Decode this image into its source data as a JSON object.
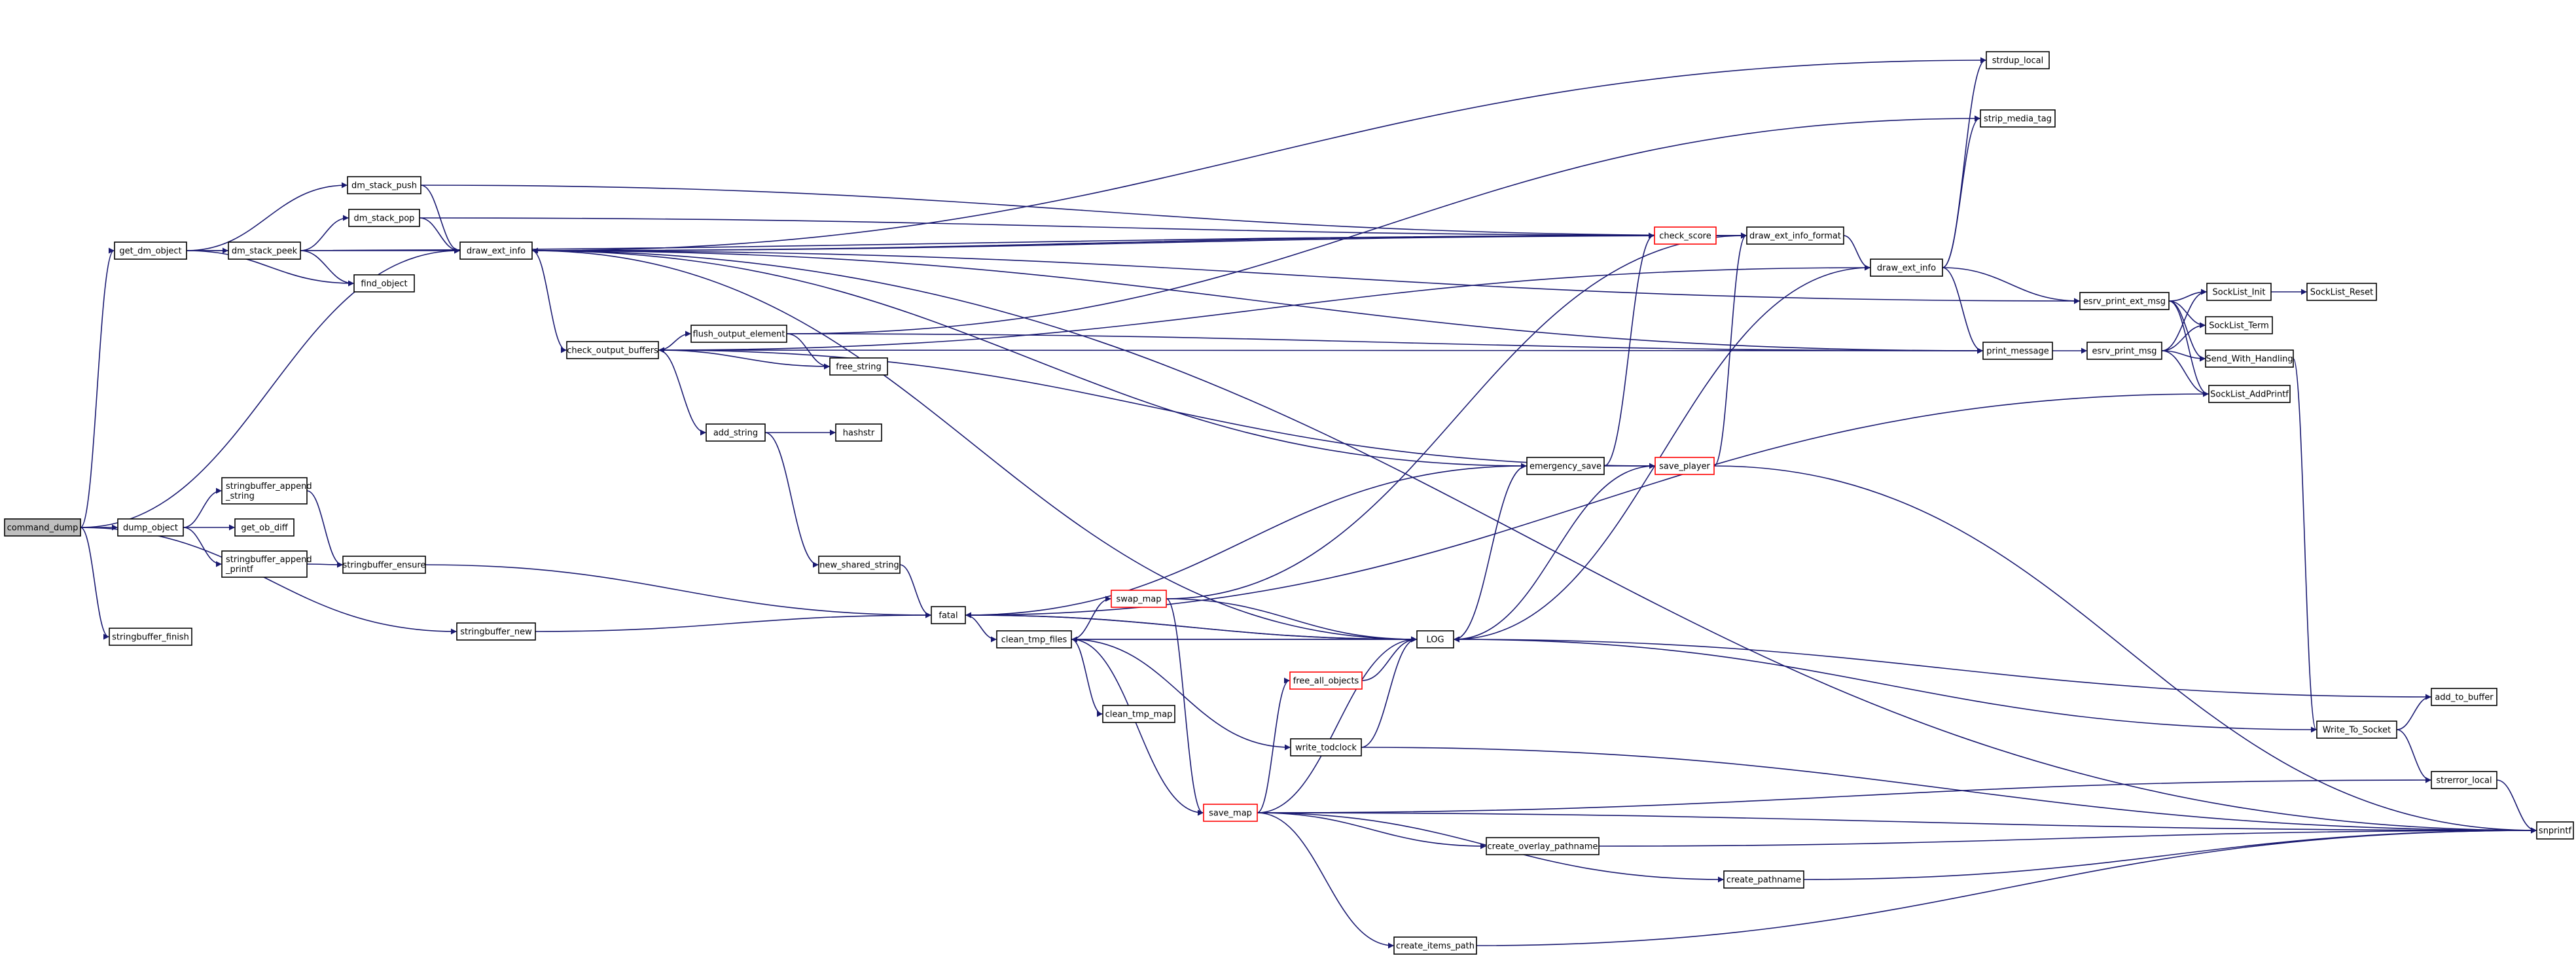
{
  "colors": {
    "edge": "#191970",
    "node_border": "#000000",
    "root_fill": "#bfbfbf",
    "truncated_border": "#ff0000"
  },
  "nodes": [
    {
      "id": "command_dump",
      "label": "command_dump"
    },
    {
      "id": "get_dm_object",
      "label": "get_dm_object"
    },
    {
      "id": "dm_stack_push",
      "label": "dm_stack_push"
    },
    {
      "id": "dm_stack_pop",
      "label": "dm_stack_pop"
    },
    {
      "id": "dm_stack_peek",
      "label": "dm_stack_peek"
    },
    {
      "id": "find_object",
      "label": "find_object"
    },
    {
      "id": "draw_ext_info",
      "label": "draw_ext_info"
    },
    {
      "id": "check_output_buffers",
      "label": "check_output_buffers"
    },
    {
      "id": "flush_output_element",
      "label": "flush_output_element"
    },
    {
      "id": "free_string",
      "label": "free_string"
    },
    {
      "id": "add_string",
      "label": "add_string"
    },
    {
      "id": "hashstr",
      "label": "hashstr"
    },
    {
      "id": "new_shared_string",
      "label": "new_shared_string"
    },
    {
      "id": "dump_object",
      "label": "dump_object"
    },
    {
      "id": "stringbuffer_append_string",
      "label": "stringbuffer_append\n_string"
    },
    {
      "id": "get_ob_diff",
      "label": "get_ob_diff"
    },
    {
      "id": "stringbuffer_append_printf",
      "label": "stringbuffer_append\n_printf"
    },
    {
      "id": "stringbuffer_ensure",
      "label": "stringbuffer_ensure"
    },
    {
      "id": "stringbuffer_finish",
      "label": "stringbuffer_finish"
    },
    {
      "id": "stringbuffer_new",
      "label": "stringbuffer_new"
    },
    {
      "id": "fatal",
      "label": "fatal"
    },
    {
      "id": "clean_tmp_files",
      "label": "clean_tmp_files"
    },
    {
      "id": "swap_map",
      "label": "swap_map"
    },
    {
      "id": "clean_tmp_map",
      "label": "clean_tmp_map"
    },
    {
      "id": "free_all_objects",
      "label": "free_all_objects"
    },
    {
      "id": "write_todclock",
      "label": "write_todclock"
    },
    {
      "id": "save_map",
      "label": "save_map"
    },
    {
      "id": "create_overlay_pathname",
      "label": "create_overlay_pathname"
    },
    {
      "id": "create_pathname",
      "label": "create_pathname"
    },
    {
      "id": "create_items_path",
      "label": "create_items_path"
    },
    {
      "id": "LOG",
      "label": "LOG"
    },
    {
      "id": "emergency_save",
      "label": "emergency_save"
    },
    {
      "id": "save_player",
      "label": "save_player"
    },
    {
      "id": "check_score",
      "label": "check_score"
    },
    {
      "id": "draw_ext_info_format",
      "label": "draw_ext_info_format"
    },
    {
      "id": "draw_ext_info2",
      "label": "draw_ext_info"
    },
    {
      "id": "strdup_local",
      "label": "strdup_local"
    },
    {
      "id": "strip_media_tag",
      "label": "strip_media_tag"
    },
    {
      "id": "print_message",
      "label": "print_message"
    },
    {
      "id": "esrv_print_ext_msg",
      "label": "esrv_print_ext_msg"
    },
    {
      "id": "esrv_print_msg",
      "label": "esrv_print_msg"
    },
    {
      "id": "SockList_Init",
      "label": "SockList_Init"
    },
    {
      "id": "SockList_Reset",
      "label": "SockList_Reset"
    },
    {
      "id": "SockList_Term",
      "label": "SockList_Term"
    },
    {
      "id": "Send_With_Handling",
      "label": "Send_With_Handling"
    },
    {
      "id": "SockList_AddPrintf",
      "label": "SockList_AddPrintf"
    },
    {
      "id": "add_to_buffer",
      "label": "add_to_buffer"
    },
    {
      "id": "Write_To_Socket",
      "label": "Write_To_Socket"
    },
    {
      "id": "strerror_local",
      "label": "strerror_local"
    },
    {
      "id": "snprintf",
      "label": "snprintf"
    }
  ],
  "edges": [
    [
      "command_dump",
      "get_dm_object"
    ],
    [
      "command_dump",
      "draw_ext_info"
    ],
    [
      "command_dump",
      "dump_object"
    ],
    [
      "command_dump",
      "stringbuffer_finish"
    ],
    [
      "command_dump",
      "stringbuffer_new"
    ],
    [
      "get_dm_object",
      "dm_stack_push"
    ],
    [
      "get_dm_object",
      "dm_stack_peek"
    ],
    [
      "get_dm_object",
      "find_object"
    ],
    [
      "get_dm_object",
      "draw_ext_info_format"
    ],
    [
      "dm_stack_push",
      "draw_ext_info"
    ],
    [
      "dm_stack_push",
      "draw_ext_info_format"
    ],
    [
      "dm_stack_pop",
      "draw_ext_info"
    ],
    [
      "dm_stack_pop",
      "draw_ext_info_format"
    ],
    [
      "dm_stack_peek",
      "dm_stack_pop"
    ],
    [
      "dm_stack_peek",
      "draw_ext_info"
    ],
    [
      "dm_stack_peek",
      "find_object"
    ],
    [
      "draw_ext_info",
      "check_output_buffers"
    ],
    [
      "draw_ext_info",
      "LOG"
    ],
    [
      "draw_ext_info",
      "print_message"
    ],
    [
      "draw_ext_info",
      "strdup_local"
    ],
    [
      "draw_ext_info",
      "draw_ext_info_format"
    ],
    [
      "draw_ext_info",
      "esrv_print_ext_msg"
    ],
    [
      "check_output_buffers",
      "flush_output_element"
    ],
    [
      "check_output_buffers",
      "free_string"
    ],
    [
      "check_output_buffers",
      "add_string"
    ],
    [
      "check_output_buffers",
      "print_message"
    ],
    [
      "flush_output_element",
      "free_string"
    ],
    [
      "flush_output_element",
      "print_message"
    ],
    [
      "flush_output_element",
      "strip_media_tag"
    ],
    [
      "add_string",
      "hashstr"
    ],
    [
      "add_string",
      "new_shared_string"
    ],
    [
      "new_shared_string",
      "fatal"
    ],
    [
      "dump_object",
      "stringbuffer_append_string"
    ],
    [
      "dump_object",
      "get_ob_diff"
    ],
    [
      "dump_object",
      "stringbuffer_append_printf"
    ],
    [
      "stringbuffer_append_string",
      "stringbuffer_ensure"
    ],
    [
      "stringbuffer_append_printf",
      "stringbuffer_ensure"
    ],
    [
      "stringbuffer_ensure",
      "fatal"
    ],
    [
      "stringbuffer_new",
      "fatal"
    ],
    [
      "fatal",
      "clean_tmp_files"
    ],
    [
      "fatal",
      "LOG"
    ],
    [
      "fatal",
      "emergency_save"
    ],
    [
      "clean_tmp_files",
      "swap_map"
    ],
    [
      "clean_tmp_files",
      "clean_tmp_map"
    ],
    [
      "clean_tmp_files",
      "write_todclock"
    ],
    [
      "clean_tmp_files",
      "save_map"
    ],
    [
      "clean_tmp_files",
      "LOG"
    ],
    [
      "swap_map",
      "LOG"
    ],
    [
      "swap_map",
      "save_map"
    ],
    [
      "swap_map",
      "draw_ext_info_format"
    ],
    [
      "free_all_objects",
      "LOG"
    ],
    [
      "write_todclock",
      "LOG"
    ],
    [
      "write_todclock",
      "snprintf"
    ],
    [
      "save_map",
      "free_all_objects"
    ],
    [
      "save_map",
      "LOG"
    ],
    [
      "save_map",
      "create_overlay_pathname"
    ],
    [
      "save_map",
      "create_pathname"
    ],
    [
      "save_map",
      "create_items_path"
    ],
    [
      "save_map",
      "snprintf"
    ],
    [
      "save_map",
      "strerror_local"
    ],
    [
      "create_overlay_pathname",
      "snprintf"
    ],
    [
      "create_pathname",
      "snprintf"
    ],
    [
      "create_items_path",
      "snprintf"
    ],
    [
      "LOG",
      "fatal"
    ],
    [
      "LOG",
      "clean_tmp_files"
    ],
    [
      "emergency_save",
      "draw_ext_info"
    ],
    [
      "emergency_save",
      "save_player"
    ],
    [
      "emergency_save",
      "check_score"
    ],
    [
      "emergency_save",
      "LOG"
    ],
    [
      "save_player",
      "check_output_buffers"
    ],
    [
      "save_player",
      "draw_ext_info_format"
    ],
    [
      "save_player",
      "LOG"
    ],
    [
      "save_player",
      "snprintf"
    ],
    [
      "check_score",
      "draw_ext_info"
    ],
    [
      "check_score",
      "draw_ext_info_format"
    ],
    [
      "draw_ext_info_format",
      "draw_ext_info2"
    ],
    [
      "draw_ext_info2",
      "strdup_local"
    ],
    [
      "draw_ext_info2",
      "strip_media_tag"
    ],
    [
      "draw_ext_info2",
      "print_message"
    ],
    [
      "draw_ext_info2",
      "esrv_print_ext_msg"
    ],
    [
      "draw_ext_info2",
      "LOG"
    ],
    [
      "draw_ext_info2",
      "check_output_buffers"
    ],
    [
      "print_message",
      "esrv_print_msg"
    ],
    [
      "esrv_print_ext_msg",
      "SockList_Init"
    ],
    [
      "esrv_print_ext_msg",
      "SockList_Term"
    ],
    [
      "esrv_print_ext_msg",
      "Send_With_Handling"
    ],
    [
      "esrv_print_ext_msg",
      "SockList_AddPrintf"
    ],
    [
      "esrv_print_msg",
      "SockList_Init"
    ],
    [
      "esrv_print_msg",
      "SockList_Term"
    ],
    [
      "esrv_print_msg",
      "Send_With_Handling"
    ],
    [
      "esrv_print_msg",
      "SockList_AddPrintf"
    ],
    [
      "SockList_Init",
      "SockList_Reset"
    ],
    [
      "Send_With_Handling",
      "Write_To_Socket"
    ],
    [
      "SockList_AddPrintf",
      "fatal"
    ],
    [
      "Write_To_Socket",
      "add_to_buffer"
    ],
    [
      "Write_To_Socket",
      "LOG"
    ],
    [
      "Write_To_Socket",
      "strerror_local"
    ],
    [
      "add_to_buffer",
      "LOG"
    ],
    [
      "strerror_local",
      "snprintf"
    ],
    [
      "draw_ext_info",
      "snprintf"
    ]
  ]
}
